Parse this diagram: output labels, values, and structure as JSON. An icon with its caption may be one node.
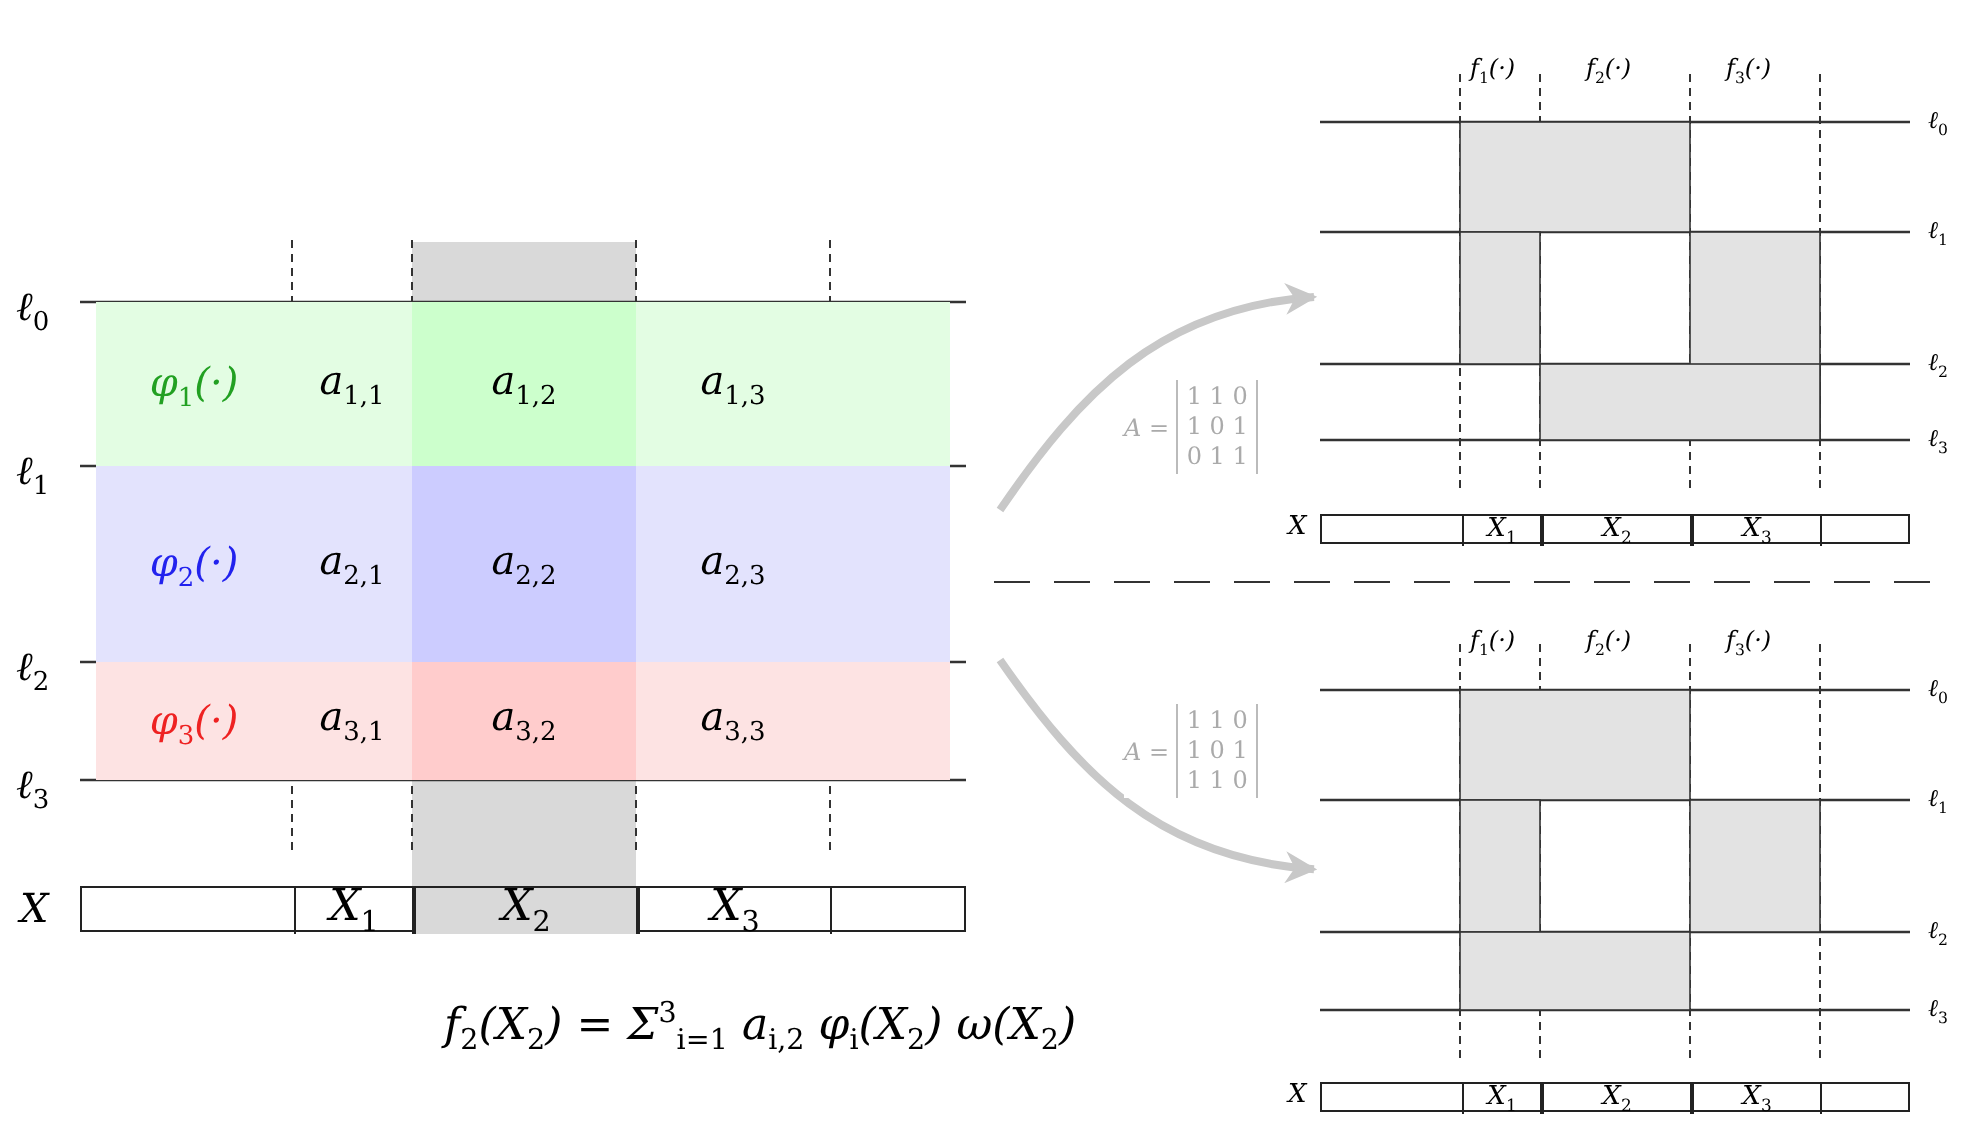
{
  "diagram": {
    "nodes": [
      {
        "text": [
          "φ$_{1}$(·)"
        ]
      },
      {
        "text": [
          "a$_{1,1}$"
        ],
        "in": 0
      },
      {
        "text": [
          "a$_{1,2}$"
        ],
        "in": 0
      },
      {
        "text": [
          "a$_{1,3}$"
        ],
        "in": 0
      },
      {
        "text": [
          "φ$_{2}$(·)"
        ]
      },
      {
        "text": [
          "a$_{2,1}$"
        ],
        "in": 4
      },
      {
        "text": [
          "a$_{2,2}$"
        ],
        "in": 4
      },
      {
        "text": [
          "a$_{2,3}$"
        ],
        "in": 4
      },
      {
        "text": [
          "φ$_{3}$(·)"
        ]
      },
      {
        "text": [
          "a$_{3,1}$"
        ],
        "in": 8
      },
      {
        "text": [
          "a$_{3,2}$"
        ],
        "in": 8
      },
      {
        "text": [
          "a$_{3,3}$"
        ],
        "in": 8
      },
      {
        "text": [
          "X"
        ]
      },
      {
        "text": [
          "X$_{1}$"
        ],
        "in": 12
      },
      {
        "text": [
          "X$_{2}$"
        ],
        "in": 12
      },
      {
        "text": [
          "X$_{3}$"
        ],
        "in": 12
      },
      {
        "text": [],
        "shape": "box"
      },
      {
        "text": [
          "X"
        ]
      },
      {
        "text": [
          "X$_{1}$"
        ],
        "in": 17
      },
      {
        "text": [
          "X$_{2}$"
        ],
        "in": 17
      },
      {
        "text": [
          "X$_{3}$"
        ],
        "in": 17
      },
      {
        "text": [],
        "shape": "box"
      },
      {
        "text": [
          "X"
        ]
      },
      {
        "text": [
          "X$_{1}$"
        ],
        "in": 22
      },
      {
        "text": [
          "X$_{2}$"
        ],
        "in": 22
      },
      {
        "text": [
          "X$_{3}$"
        ],
        "in": 22
      }
    ],
    "edges": [
      {
        "from": null,
        "to": 16,
        "arrow": "to",
        "label": "A = 1 1 0 1 0 1 0 1 1"
      },
      {
        "from": null,
        "to": 21,
        "arrow": "to",
        "label": "A = 1 1 0 1 0 1 1 1 0"
      }
    ],
    "labels": [
      "ℓ$_{0}$",
      "ℓ$_{1}$",
      "ℓ$_{2}$",
      "ℓ$_{3}$",
      "f$_{2}$(X$_{2}$) = Σ$^{3}$$_{i=1}$ a$_{i,2}$ φ$_{i}$(X$_{2}$) ω(X$_{2}$)",
      "f$_{1}$(·)",
      "f$_{2}$(·)",
      "f$_{3}$(·)",
      "ℓ$_{0}$",
      "ℓ$_{1}$",
      "ℓ$_{2}$",
      "ℓ$_{3}$",
      "f$_{1}$(·)",
      "f$_{2}$(·)",
      "f$_{3}$(·)",
      "ℓ$_{0}$",
      "ℓ$_{1}$",
      "ℓ$_{2}$",
      "ℓ$_{3}$"
    ]
  }
}
